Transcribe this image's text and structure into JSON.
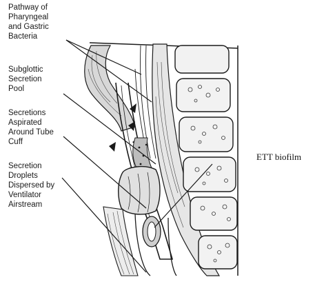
{
  "labels": {
    "pathway": "Pathway of\nPharyngeal\nand Gastric\nBacteria",
    "subglottic": "Subglottic\nSecretion\nPool",
    "aspirated": "Secretions\nAspirated\nAround Tube\nCuff",
    "droplets": "Secretion\nDroplets\nDispersed by\nVentilator\nAirstream",
    "ett_biofilm": "ETT biofilm"
  },
  "colors": {
    "ink": "#1a1a1a",
    "background": "#ffffff"
  }
}
